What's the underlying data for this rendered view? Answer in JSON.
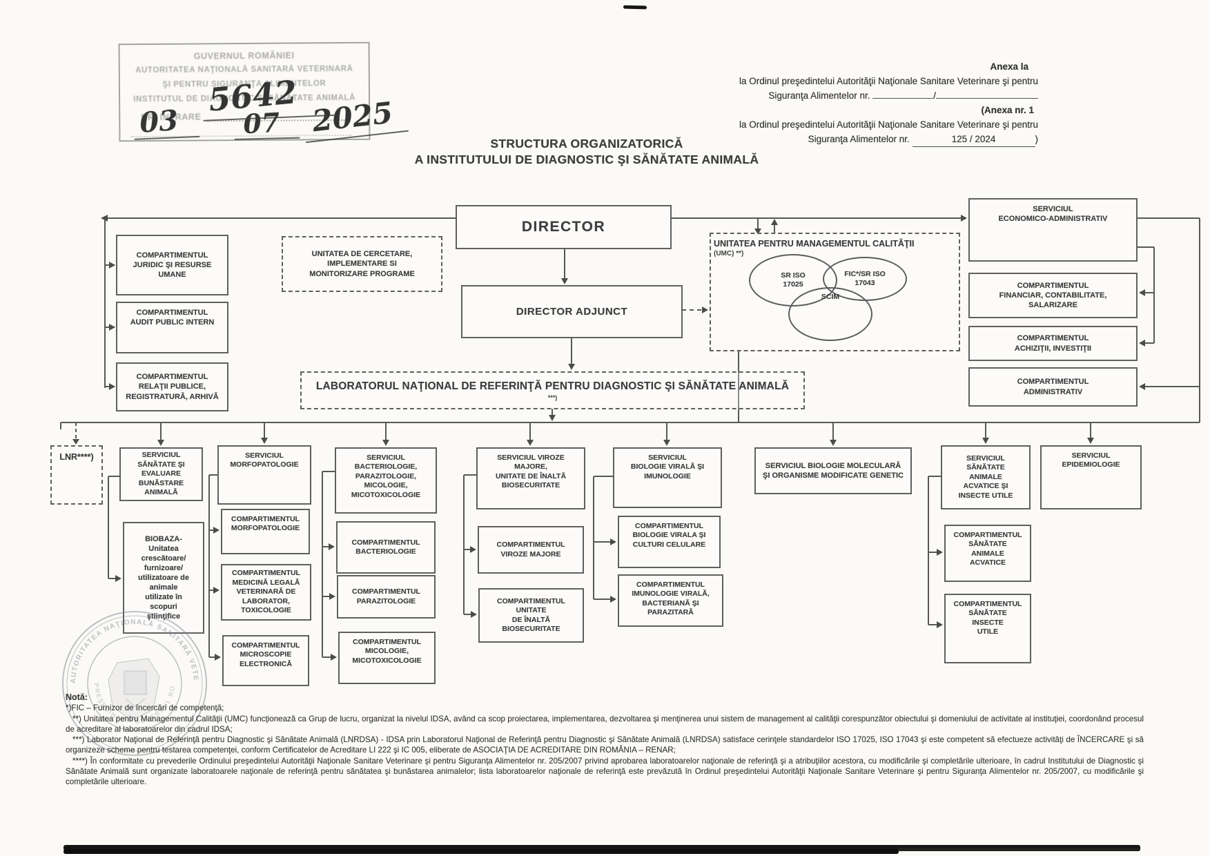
{
  "header": {
    "entry_stamp": {
      "org_lines": [
        "GUVERNUL ROMÂNIEI",
        "AUTORITATEA NAŢIONALĂ SANITARĂ VETERINARĂ",
        "ŞI PENTRU SIGURANŢA ALIMENTELOR",
        "INSTITUTUL DE DIAGNOSTIC ŞI SĂNĂTATE ANIMALĂ"
      ],
      "entry_label": "NR. INTRARE",
      "entry_number": "5642",
      "date_day": "03",
      "date_month": "07",
      "date_year": "2025"
    },
    "annex": {
      "line1": "Anexa la",
      "line2": "la Ordinul preşedintelui Autorităţii Naţionale Sanitare Veterinare şi pentru",
      "line3_label": "Siguranţa Alimentelor nr.",
      "line3_slash": "/",
      "line4": "(Anexa nr. 1",
      "line5": "la Ordinul preşedintelui Autorităţii Naţionale Sanitare Veterinare şi pentru",
      "line6_label": "Siguranţa Alimentelor nr.",
      "line6_value": "125 /  2024",
      "line6_suffix": ")"
    },
    "title_line1": "STRUCTURA ORGANIZATORICĂ",
    "title_line2": "A INSTITUTULUI DE DIAGNOSTIC ŞI SĂNĂTATE ANIMALĂ"
  },
  "org": {
    "director": "DIRECTOR",
    "deputy_director": "DIRECTOR ADJUNCT",
    "left_units": [
      "COMPARTIMENTUL\nJURIDIC ŞI  RESURSE\nUMANE",
      "COMPARTIMENTUL\nAUDIT PUBLIC INTERN",
      "COMPARTIMENTUL\nRELAŢII PUBLICE,\nREGISTRATURĂ, ARHIVĂ"
    ],
    "research_unit": "UNITATEA DE CERCETARE,\nIMPLEMENTARE SI\nMONITORIZARE PROGRAME",
    "umc": {
      "title": "UNITATEA PENTRU MANAGEMENTUL CALITĂŢII",
      "subtitle": "(UMC) **)",
      "circle1": "SR ISO\n17025",
      "circle2": "FIC*/SR ISO\n17043",
      "circle3": "SCIM"
    },
    "right_units": [
      "SERVICIUL\nECONOMICO-ADMINISTRATIV",
      "COMPARTIMENTUL\nFINANCIAR, CONTABILITATE,\nSALARIZARE",
      "COMPARTIMENTUL\nACHIZIŢII, INVESTIŢII",
      "COMPARTIMENTUL\nADMINISTRATIV"
    ],
    "lnr_banner": "LABORATORUL NAŢIONAL DE REFERINŢĂ PENTRU DIAGNOSTIC ŞI SĂNĂTATE ANIMALĂ",
    "lnr_banner_marker": "***)",
    "units": [
      "LNR****)",
      "SERVICIUL\nSĂNĂTATE  ŞI\nEVALUARE\nBUNĂSTARE\nANIMALĂ",
      "BIOBAZA-\nUnitatea\ncrescătoare/\nfurnizoare/\nutilizatoare de\nanimale\nutilizate în\nscopuri\nştiinţifice",
      "SERVICIUL\nMORFOPATOLOGIE",
      "COMPARTIMENTUL\nMORFOPATOLOGIE",
      "COMPARTIMENTUL\nMEDICINĂ LEGALĂ\nVETERINARĂ DE\nLABORATOR,\nTOXICOLOGIE",
      "COMPARTIMENTUL\nMICROSCOPIE\nELECTRONICĂ",
      "SERVICIUL\nBACTERIOLOGIE,\nPARAZITOLOGIE,\nMICOLOGIE,\nMICOTOXICOLOGIE",
      "COMPARTIMENTUL\nBACTERIOLOGIE",
      "COMPARTIMENTUL\nPARAZITOLOGIE",
      "COMPARTIMENTUL\nMICOLOGIE,\nMICOTOXICOLOGIE",
      "SERVICIUL VIROZE\nMAJORE,\nUNITATE DE ÎNALTĂ\nBIOSECURITATE",
      "COMPARTIMENTUL\nVIROZE MAJORE",
      "COMPARTIMENTUL\nUNITATE\nDE ÎNALTĂ\nBIOSECURITATE",
      "SERVICIUL\nBIOLOGIE VIRALĂ ŞI\nIMUNOLOGIE",
      "COMPARTIMENTUL\nBIOLOGIE VIRALA ŞI\nCULTURI CELULARE",
      "COMPARTIMENTUL\nIMUNOLOGIE VIRALĂ,\nBACTERIANĂ ŞI\nPARAZITARĂ",
      "SERVICIUL BIOLOGIE MOLECULARĂ\nŞI ORGANISME MODIFICATE GENETIC",
      "SERVICIUL\nSĂNĂTATE\nANIMALE\nACVATICE ŞI\nINSECTE UTILE",
      "COMPARTIMENTUL\nSĂNĂTATE\nANIMALE\nACVATICE",
      "COMPARTIMENTUL\nSĂNĂTATE\nINSECTE\nUTILE",
      "SERVICIUL\nEPIDEMIOLOGIE"
    ]
  },
  "seal": {
    "ring_text": "AUTORITATEA NAŢIONALĂ SANITARĂ VETERINARĂ",
    "inner_text": "PREŞEDINTE • GUVERNUL ROMÂNIEI"
  },
  "notes": {
    "heading": "Notă:",
    "items": [
      "*)FIC – Furnizor de încercări de competenţă;",
      "**) Unitatea pentru Managementul Calităţii (UMC) funcţionează ca Grup de lucru, organizat la nivelul IDSA, având ca scop proiectarea, implementarea, dezvoltarea şi menţinerea unui sistem de management al calităţii corespunzător obiectului şi domeniului de activitate al instituţiei, coordonând procesul de acreditare al laboratoarelor din cadrul IDSA;",
      "***) Laborator Naţional de Referinţă pentru Diagnostic şi Sănătate Animală (LNRDSA) - IDSA prin Laboratorul Naţional de Referinţă pentru Diagnostic şi Sănătate Animală (LNRDSA) satisface cerinţele standardelor ISO 17025, ISO 17043 şi este competent să efectueze activităţi de ÎNCERCARE şi să organizeze scheme pentru testarea competenţei, conform Certificatelor de Acreditare LI 222 şi IC 005, eliberate de ASOCIAŢIA DE ACREDITARE DIN ROMÂNIA – RENAR;",
      "****) În conformitate cu prevederile Ordinului preşedintelui Autorităţii Naţionale Sanitare Veterinare şi pentru Siguranţa Alimentelor nr. 205/2007 privind aprobarea laboratoarelor naţionale de referinţă şi a atribuţiilor acestora, cu modificările şi completările ulterioare, în cadrul Institutului de Diagnostic şi Sănătate Animală sunt organizate laboratoarele naţionale de referinţă pentru sănătatea şi bunăstarea animalelor; lista laboratoarelor naţionale de referinţă este prevăzută în Ordinul preşedintelui Autorităţii Naţionale Sanitare Veterinare şi pentru Siguranţa Alimentelor nr. 205/2007, cu modificările şi completările ulterioare."
    ]
  }
}
